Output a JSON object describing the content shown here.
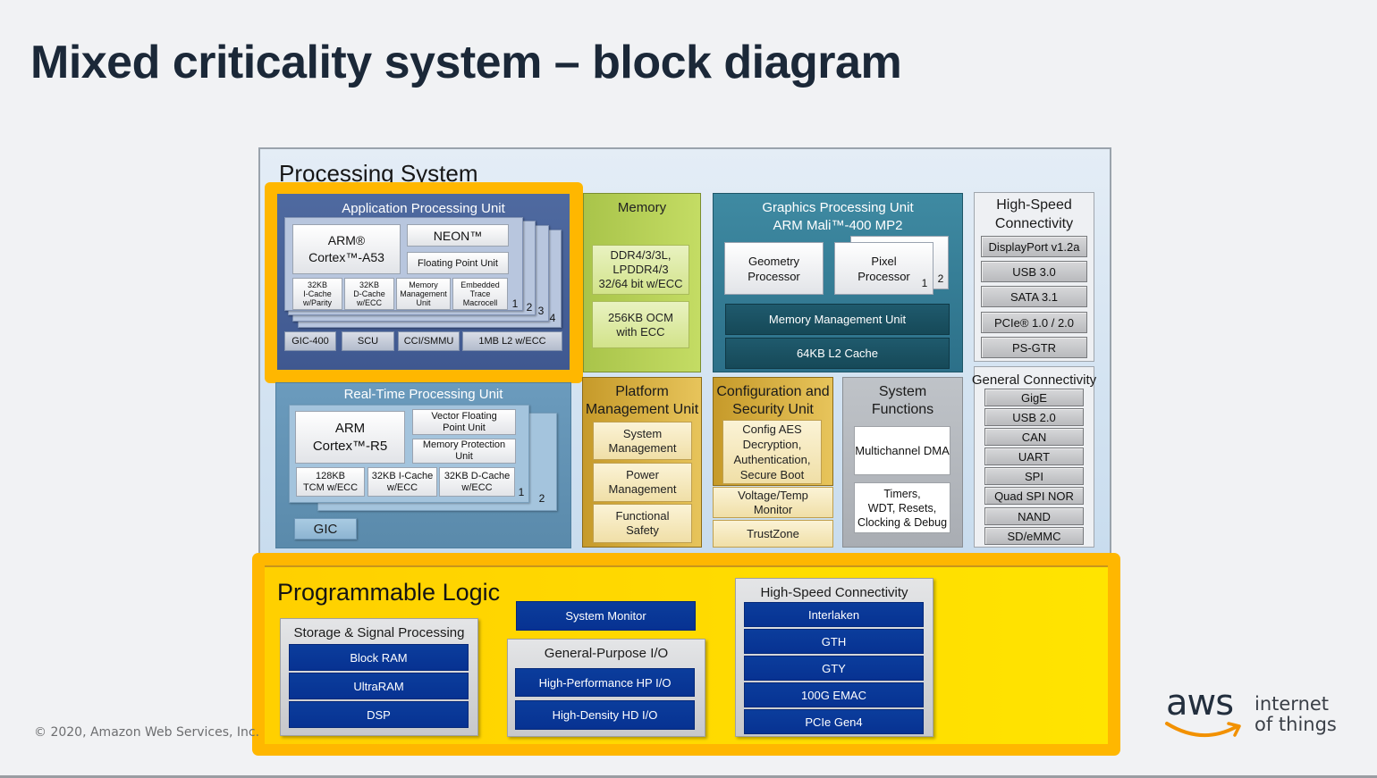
{
  "slide": {
    "title": "Mixed criticality system – block diagram",
    "copyright": "© 2020, Amazon Web Services, Inc.",
    "logo": {
      "word": "aws",
      "tagline_1": "internet",
      "tagline_2": "of things",
      "smile_color": "#f29100"
    }
  },
  "colors": {
    "highlight": "#ffb700",
    "apu": "#4a6499",
    "memory": "#b6d156",
    "gpu": "#367e97",
    "rpu": "#6494b6",
    "pl_blue": "#0a3a9a",
    "pl_yellow": "#ffe000"
  },
  "ps": {
    "title": "Processing System",
    "apu": {
      "title": "Application Processing Unit",
      "core": "ARM®\nCortex™-A53",
      "neon": "NEON™",
      "fpu": "Floating Point Unit",
      "icache": "32KB\nI-Cache\nw/Parity",
      "dcache": "32KB\nD-Cache\nw/ECC",
      "mmu": "Memory\nManagement\nUnit",
      "etm": "Embedded\nTrace\nMacrocell",
      "core_numbers": [
        "1",
        "2",
        "3",
        "4"
      ],
      "shared": [
        "GIC-400",
        "SCU",
        "CCI/SMMU",
        "1MB L2 w/ECC"
      ]
    },
    "memory": {
      "title": "Memory",
      "items": [
        "DDR4/3/3L,\nLPDDR4/3\n32/64 bit w/ECC",
        "256KB OCM\nwith ECC"
      ]
    },
    "gpu": {
      "title": "Graphics Processing Unit\nARM Mali™-400 MP2",
      "geometry": "Geometry\nProcessor",
      "pixel": "Pixel\nProcessor",
      "pixel_numbers": [
        "1",
        "2"
      ],
      "mmu": "Memory Management Unit",
      "cache": "64KB L2 Cache"
    },
    "high_speed": {
      "title": "High-Speed\nConnectivity",
      "items": [
        "DisplayPort v1.2a",
        "USB 3.0",
        "SATA 3.1",
        "PCIe® 1.0 / 2.0",
        "PS-GTR"
      ]
    },
    "general": {
      "title": "General Connectivity",
      "items": [
        "GigE",
        "USB 2.0",
        "CAN",
        "UART",
        "SPI",
        "Quad SPI NOR",
        "NAND",
        "SD/eMMC"
      ]
    },
    "rpu": {
      "title": "Real-Time Processing Unit",
      "core": "ARM\nCortex™-R5",
      "vfpu": "Vector Floating\nPoint Unit",
      "mpu": "Memory Protection\nUnit",
      "tcm": "128KB\nTCM w/ECC",
      "icache": "32KB I-Cache\nw/ECC",
      "dcache": "32KB D-Cache\nw/ECC",
      "core_numbers": [
        "1",
        "2"
      ],
      "gic": "GIC"
    },
    "pmu": {
      "title": "Platform\nManagement Unit",
      "items": [
        "System\nManagement",
        "Power\nManagement",
        "Functional\nSafety"
      ]
    },
    "csu": {
      "title": "Configuration and\nSecurity Unit",
      "items": [
        "Config AES\nDecryption,\nAuthentication,\nSecure Boot",
        "Voltage/Temp\nMonitor",
        "TrustZone"
      ]
    },
    "sysfunc": {
      "title": "System\nFunctions",
      "items": [
        "Multichannel DMA",
        "Timers,\nWDT, Resets,\nClocking & Debug"
      ]
    }
  },
  "pl": {
    "title": "Programmable Logic",
    "storage": {
      "title": "Storage & Signal Processing",
      "items": [
        "Block RAM",
        "UltraRAM",
        "DSP"
      ]
    },
    "sysmon": "System Monitor",
    "gpio": {
      "title": "General-Purpose I/O",
      "items": [
        "High-Performance HP I/O",
        "High-Density HD I/O"
      ]
    },
    "hsc": {
      "title": "High-Speed Connectivity",
      "items": [
        "Interlaken",
        "GTH",
        "GTY",
        "100G EMAC",
        "PCIe Gen4"
      ]
    }
  }
}
